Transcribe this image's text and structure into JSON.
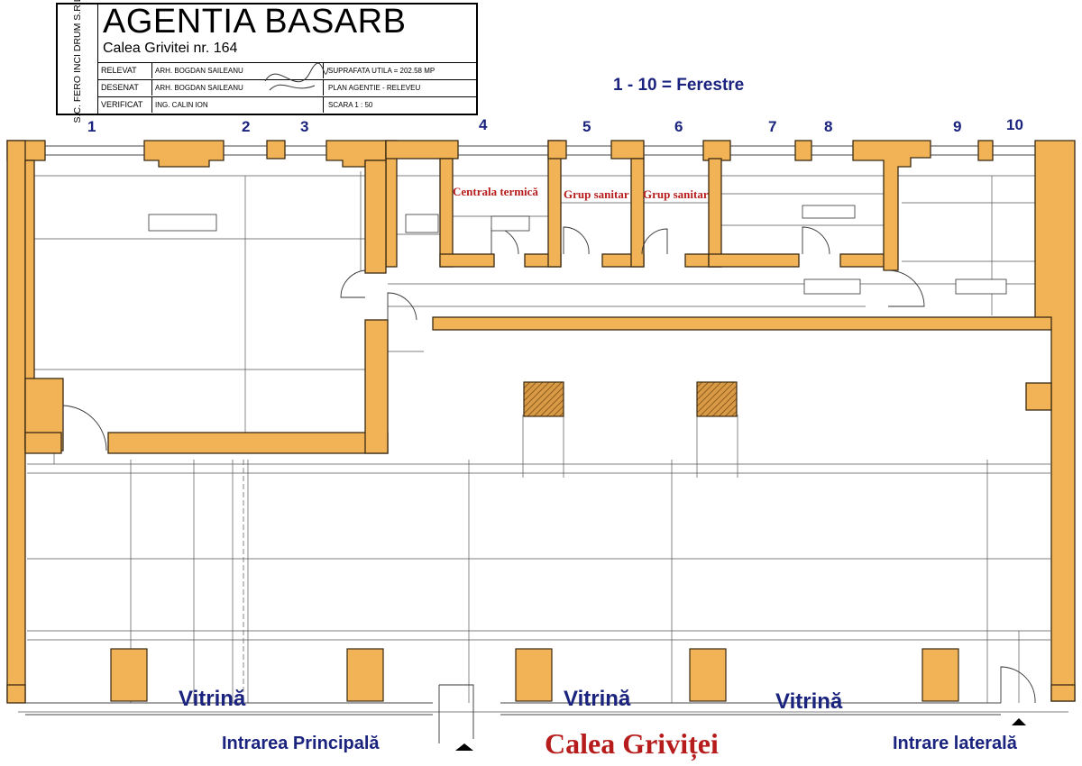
{
  "title_block": {
    "company": "S.C. FERO INCI DRUM S.R.L.",
    "title": "AGENTIA BASARB",
    "address": "Calea Grivitei nr. 164",
    "rows": [
      {
        "label": "RELEVAT",
        "person": "ARH. BOGDAN SAILEANU",
        "info": "SUPRAFATA UTILA = 202.58 MP"
      },
      {
        "label": "DESENAT",
        "person": "ARH. BOGDAN SAILEANU",
        "info": "PLAN AGENTIE - RELEVEU"
      },
      {
        "label": "VERIFICAT",
        "person": "ING. CALIN ION",
        "info": "SCARA 1 : 50"
      }
    ]
  },
  "legend": "1 - 10 = Ferestre",
  "window_numbers": [
    "1",
    "2",
    "3",
    "4",
    "5",
    "6",
    "7",
    "8",
    "9",
    "10"
  ],
  "rooms": {
    "boiler": "Centrala termică",
    "wc1": "Grup sanitar",
    "wc2": "Grup sanitar"
  },
  "shop_windows": [
    "Vitrină",
    "Vitrină",
    "Vitrină"
  ],
  "entrances": {
    "main": "Intrarea Principală",
    "side": "Intrare laterală"
  },
  "street": "Calea Griviței",
  "colors": {
    "wall": "#f2b357",
    "wall_stroke": "#3a2a12",
    "column_hatch": "#c98a35",
    "blue_text": "#1a237e",
    "red_text": "#b71c1c"
  }
}
